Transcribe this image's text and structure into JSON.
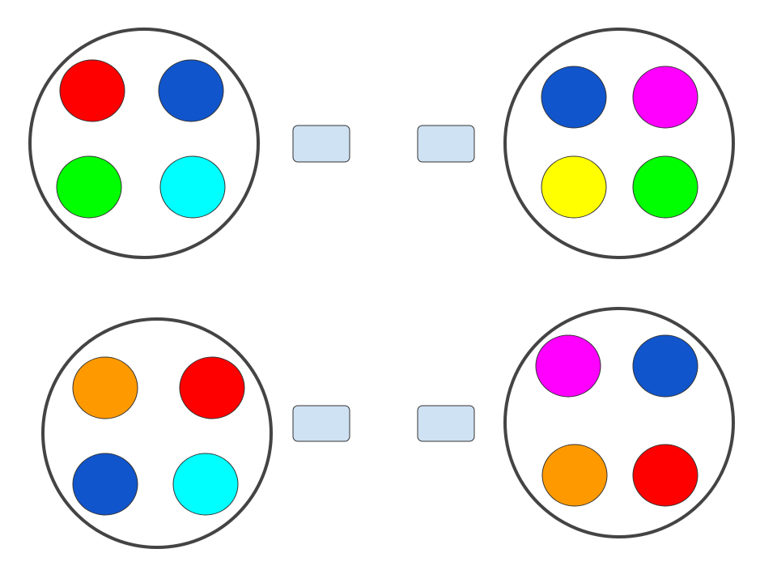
{
  "colors": {
    "red": "#ff0000",
    "blue": "#1155cc",
    "green": "#00ff00",
    "cyan": "#00ffff",
    "magenta": "#ff00ff",
    "yellow": "#ffff00",
    "orange": "#ff9900",
    "answer_box_fill": "#cfe2f3"
  },
  "groups": [
    {
      "name": "group-top-left",
      "dots": [
        "red",
        "blue",
        "green",
        "cyan"
      ]
    },
    {
      "name": "group-top-right",
      "dots": [
        "blue",
        "magenta",
        "yellow",
        "green"
      ]
    },
    {
      "name": "group-bottom-left",
      "dots": [
        "orange",
        "red",
        "blue",
        "cyan"
      ]
    },
    {
      "name": "group-bottom-right",
      "dots": [
        "magenta",
        "blue",
        "orange",
        "red"
      ]
    }
  ],
  "answer_boxes": [
    {
      "name": "answer-box-top-left",
      "value": ""
    },
    {
      "name": "answer-box-top-right",
      "value": ""
    },
    {
      "name": "answer-box-bottom-left",
      "value": ""
    },
    {
      "name": "answer-box-bottom-right",
      "value": ""
    }
  ]
}
